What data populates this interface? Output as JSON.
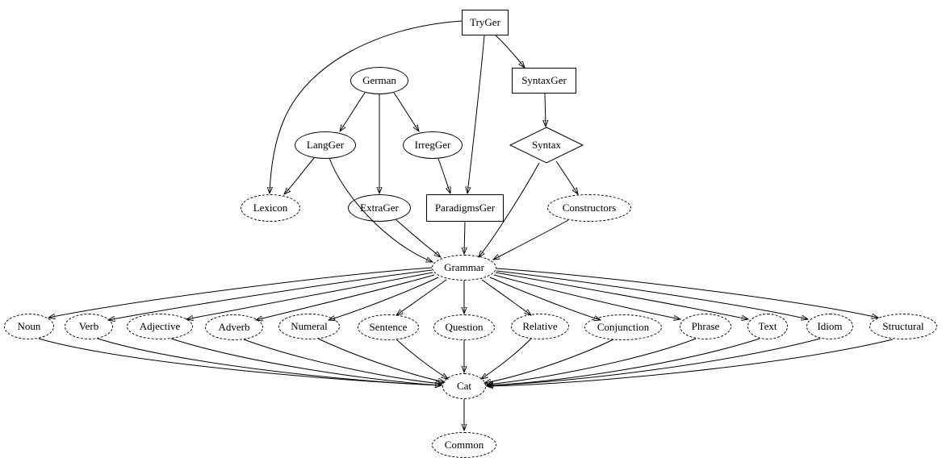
{
  "nodes": [
    {
      "id": "TryGer",
      "label": "TryGer",
      "shape": "box",
      "border": "solid"
    },
    {
      "id": "SyntaxGer",
      "label": "SyntaxGer",
      "shape": "box",
      "border": "solid"
    },
    {
      "id": "German",
      "label": "German",
      "shape": "ellipse",
      "border": "solid"
    },
    {
      "id": "LangGer",
      "label": "LangGer",
      "shape": "ellipse",
      "border": "solid"
    },
    {
      "id": "IrregGer",
      "label": "IrregGer",
      "shape": "ellipse",
      "border": "solid"
    },
    {
      "id": "Syntax",
      "label": "Syntax",
      "shape": "diamond",
      "border": "solid"
    },
    {
      "id": "Lexicon",
      "label": "Lexicon",
      "shape": "ellipse",
      "border": "dashed"
    },
    {
      "id": "ExtraGer",
      "label": "ExtraGer",
      "shape": "ellipse",
      "border": "solid"
    },
    {
      "id": "ParadigmsGer",
      "label": "ParadigmsGer",
      "shape": "box",
      "border": "solid"
    },
    {
      "id": "Constructors",
      "label": "Constructors",
      "shape": "ellipse",
      "border": "dashed"
    },
    {
      "id": "Grammar",
      "label": "Grammar",
      "shape": "ellipse",
      "border": "dashed"
    },
    {
      "id": "Noun",
      "label": "Noun",
      "shape": "ellipse",
      "border": "dashed"
    },
    {
      "id": "Verb",
      "label": "Verb",
      "shape": "ellipse",
      "border": "dashed"
    },
    {
      "id": "Adjective",
      "label": "Adjective",
      "shape": "ellipse",
      "border": "dashed"
    },
    {
      "id": "Adverb",
      "label": "Adverb",
      "shape": "ellipse",
      "border": "dashed"
    },
    {
      "id": "Numeral",
      "label": "Numeral",
      "shape": "ellipse",
      "border": "dashed"
    },
    {
      "id": "Sentence",
      "label": "Sentence",
      "shape": "ellipse",
      "border": "dashed"
    },
    {
      "id": "Question",
      "label": "Question",
      "shape": "ellipse",
      "border": "dashed"
    },
    {
      "id": "Relative",
      "label": "Relative",
      "shape": "ellipse",
      "border": "dashed"
    },
    {
      "id": "Conjunction",
      "label": "Conjunction",
      "shape": "ellipse",
      "border": "dashed"
    },
    {
      "id": "Phrase",
      "label": "Phrase",
      "shape": "ellipse",
      "border": "dashed"
    },
    {
      "id": "Text",
      "label": "Text",
      "shape": "ellipse",
      "border": "dashed"
    },
    {
      "id": "Idiom",
      "label": "Idiom",
      "shape": "ellipse",
      "border": "dashed"
    },
    {
      "id": "Structural",
      "label": "Structural",
      "shape": "ellipse",
      "border": "dashed"
    },
    {
      "id": "Cat",
      "label": "Cat",
      "shape": "ellipse",
      "border": "dashed"
    },
    {
      "id": "Common",
      "label": "Common",
      "shape": "ellipse",
      "border": "dashed"
    }
  ],
  "edges": [
    "TryGer->SyntaxGer",
    "TryGer->ParadigmsGer",
    "TryGer->Lexicon",
    "German->LangGer",
    "German->IrregGer",
    "German->ExtraGer",
    "LangGer->Lexicon",
    "LangGer->Grammar",
    "IrregGer->ParadigmsGer",
    "SyntaxGer->Syntax",
    "Syntax->Constructors",
    "Syntax->Grammar",
    "ExtraGer->Grammar",
    "ParadigmsGer->Grammar",
    "Constructors->Grammar",
    "Grammar->Noun",
    "Grammar->Verb",
    "Grammar->Adjective",
    "Grammar->Adverb",
    "Grammar->Numeral",
    "Grammar->Sentence",
    "Grammar->Question",
    "Grammar->Relative",
    "Grammar->Conjunction",
    "Grammar->Phrase",
    "Grammar->Text",
    "Grammar->Idiom",
    "Grammar->Structural",
    "Noun->Cat",
    "Verb->Cat",
    "Adjective->Cat",
    "Adverb->Cat",
    "Numeral->Cat",
    "Sentence->Cat",
    "Question->Cat",
    "Relative->Cat",
    "Conjunction->Cat",
    "Phrase->Cat",
    "Text->Cat",
    "Idiom->Cat",
    "Structural->Cat",
    "Cat->Common"
  ],
  "colors": {
    "node_stroke": "#000000",
    "edge_stroke": "#000000",
    "background": "#ffffff"
  }
}
